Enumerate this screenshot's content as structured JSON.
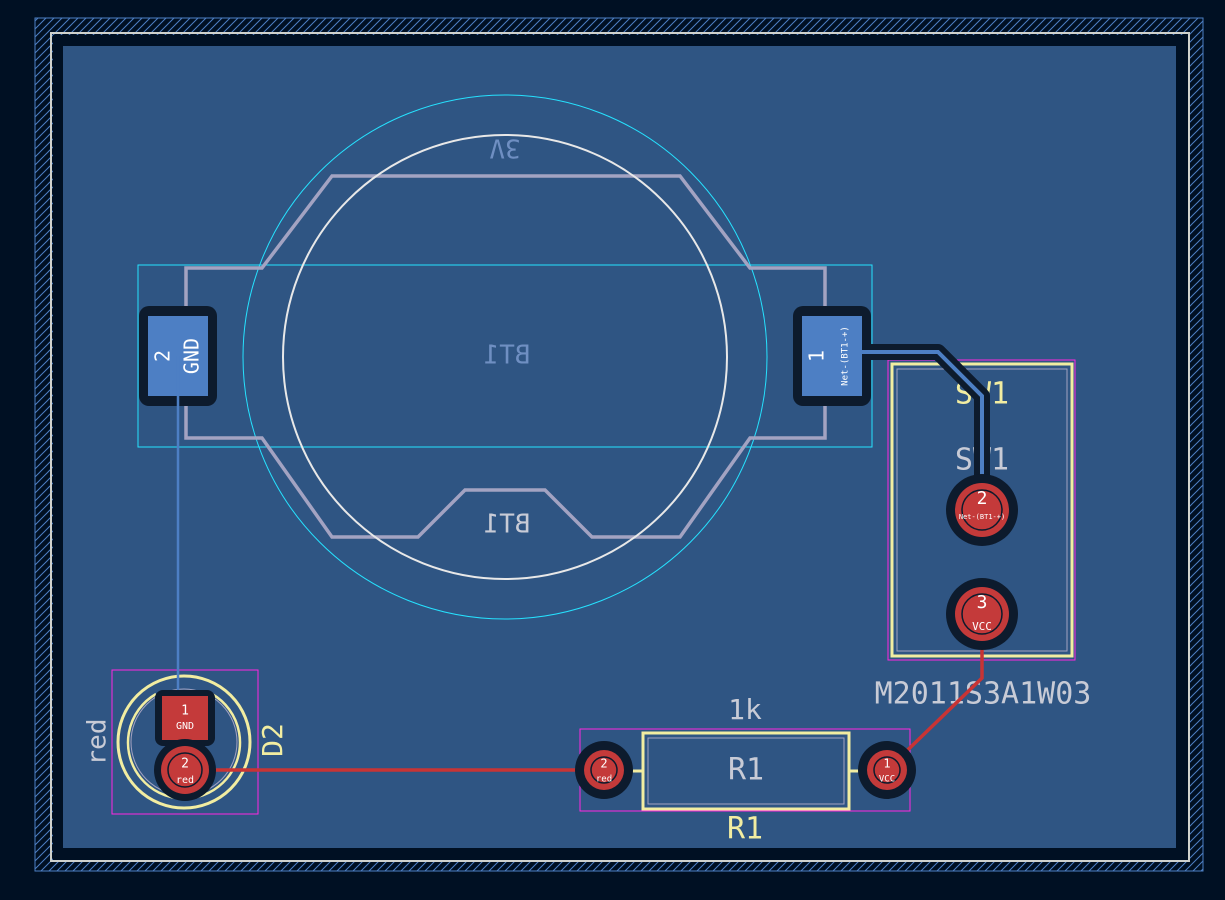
{
  "colors": {
    "background": "#001023",
    "board_fill": "#2f5583",
    "board_edge": "#d0d2cd",
    "fcu_pad": "#4d7fc4",
    "bcu_pad": "#c43a3a",
    "fcu_track": "#4d7fc4",
    "bcu_track": "#c83434",
    "silk": "#f2eda1",
    "courtyard": "#ff26e2",
    "fab": "#a3a3c2",
    "bt_courtyard": "#26e2ff",
    "white_ref": "#e8e8e8"
  },
  "bt1": {
    "ref_top": "BT1",
    "ref_bottom": "BT1",
    "value": "3V",
    "pad1_number": "1",
    "pad1_net": "Net-(BT1-+)",
    "pad2_number": "2",
    "pad2_net": "GND"
  },
  "sw1": {
    "ref_silk": "SW1",
    "ref_fab": "SW1",
    "value": "M2011S3A1W03",
    "pad2_number": "2",
    "pad2_net": "Net-(BT1-+)",
    "pad3_number": "3",
    "pad3_net": "VCC"
  },
  "r1": {
    "ref_fab": "R1",
    "ref_silk": "R1",
    "value": "1k",
    "pad2_number": "2",
    "pad2_net": "red",
    "pad1_number": "1",
    "pad1_net": "VCC"
  },
  "d2": {
    "ref": "D2",
    "ref_fab": "D2",
    "value": "red",
    "pad1_number": "1",
    "pad1_net": "GND",
    "pad2_number": "2",
    "pad2_net": "red"
  }
}
